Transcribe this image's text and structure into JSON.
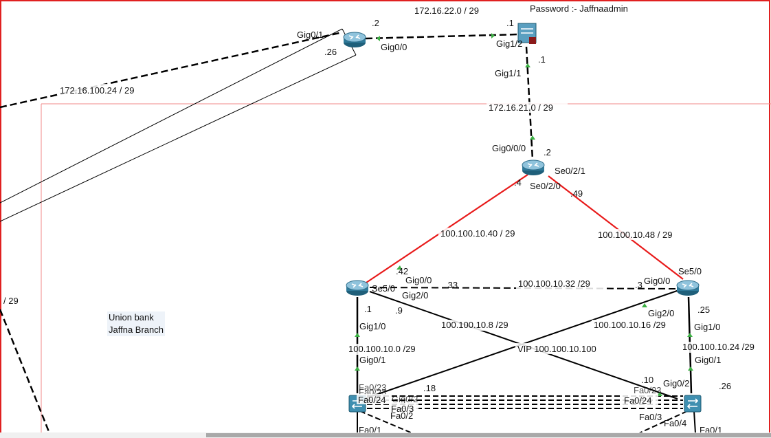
{
  "colors": {
    "frame_red": "#e02020",
    "area_border": "#f08a8a",
    "link_black": "#000000",
    "serial_red": "#e81a1a",
    "port_up": "#3cb043",
    "router_blue": "#2f7a9a"
  },
  "devices": [
    {
      "id": "top-router",
      "icon": "router-icon"
    },
    {
      "id": "top-switch",
      "icon": "multilayer-switch-icon"
    },
    {
      "id": "isp-router",
      "icon": "router-icon"
    },
    {
      "id": "left-router",
      "icon": "router-icon"
    },
    {
      "id": "right-router",
      "icon": "router-icon"
    },
    {
      "id": "left-switch",
      "icon": "switch-icon"
    },
    {
      "id": "right-switch",
      "icon": "switch-icon"
    }
  ],
  "texts": {
    "password": "Password :- Jaffnaadmin",
    "net_172_22": "172.16.22.0 / 29",
    "net_172_100": "172.16.100.24 / 29",
    "net_172_21": "172.16.21.0 / 29",
    "net_10_40": "100.100.10.40 / 29",
    "net_10_48": "100.100.10.48 / 29",
    "net_10_32": "100.100.10.32 /29",
    "net_10_8": "100.100.10.8 /29",
    "net_10_16": "100.100.10.16 /29",
    "net_10_0": "100.100.10.0 /29",
    "net_10_24": "100.100.10.24 /29",
    "vip": "VIP 100.100.10.100",
    "partial_29": "/ 29",
    "branch_line1": "Union bank",
    "branch_line2": "Jaffna Branch",
    "ip_dot2_top": ".2",
    "ip_dot1_top": ".1",
    "ip_dot26_top": ".26",
    "ip_dot1_sw": ".1",
    "ip_dot2_isp": ".2",
    "ip_dot4x": ".4",
    "ip_dot49": ".49",
    "ip_dot42": ".42",
    "ip_dot1_left": ".1",
    "ip_dot9": ".9",
    "ip_dot33": ".33",
    "ip_dot3x": ".3",
    "ip_dot25": ".25",
    "ip_dot18": ".18",
    "ip_dot10": ".10",
    "ip_dot26_sw": ".26",
    "gig0_1_top": "Gig0/1",
    "gig0_0_top": "Gig0/0",
    "gig1_2": "Gig1/2",
    "gig1_1": "Gig1/1",
    "gig0_0_0": "Gig0/0/0",
    "se0_2_1": "Se0/2/1",
    "se0_2_0": "Se0/2/0",
    "se5_0_left": "Se5/0",
    "gig0_0_left": "Gig0/0",
    "gig2_0_left": "Gig2/0",
    "gig1_0_left": "Gig1/0",
    "gig0_1_left": "Gig0/1",
    "se5_0_right": "Se5/0",
    "gig0_0_right": "Gig0/0",
    "gig2_0_right": "Gig2/0",
    "gig1_0_right": "Gig1/0",
    "gig0_1_right": "Gig0/1",
    "gig0_2_right": "Gig0/2",
    "fa0_24_left": "Fa0/24",
    "fa0_3_left": "Fa0/3",
    "fa0_2_left": "Fa0/2",
    "fa0_24_right": "Fa0/24",
    "fa0_3_right": "Fa0/3",
    "fa0_4_right": "Fa0/4",
    "fa0_23_left_a": "Fa0/23",
    "fa0_23_left_b": "Fa0/23",
    "gig0_2_left_sw": "Gig0/2",
    "fa0_1_left": "Fa0/1",
    "fa0_23_right_a": "Fa0/23",
    "fa0_1_right": "Fa0/1"
  }
}
